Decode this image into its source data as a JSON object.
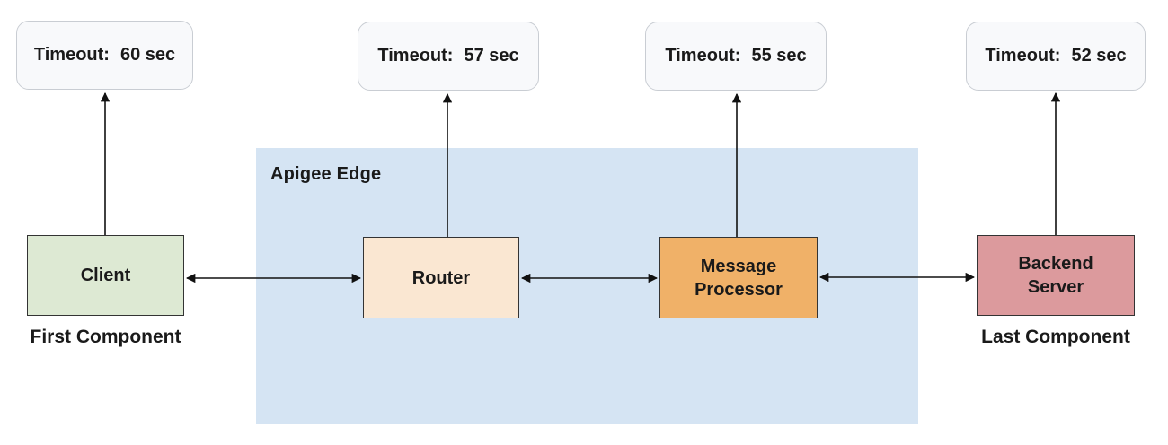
{
  "container": {
    "label": "Apigee Edge"
  },
  "timeouts": [
    {
      "label": "Timeout:",
      "value": "60 sec"
    },
    {
      "label": "Timeout:",
      "value": "57 sec"
    },
    {
      "label": "Timeout:",
      "value": "55 sec"
    },
    {
      "label": "Timeout:",
      "value": "52 sec"
    }
  ],
  "components": [
    {
      "name": "Client",
      "caption": "First Component"
    },
    {
      "name": "Router",
      "caption": ""
    },
    {
      "name": "Message Processor",
      "caption": ""
    },
    {
      "name": "Backend Server",
      "caption": "Last Component"
    }
  ],
  "colors": {
    "canvas_bg": "#FFFFFF",
    "apigee_container_bg": "#D5E4F3",
    "client_bg": "#DDE9D3",
    "router_bg": "#FAE7D2",
    "message_processor_bg": "#F0B168",
    "backend_server_bg": "#DC9A9D",
    "timeout_bg": "#F8F9FB",
    "timeout_border": "#C9CDD3",
    "box_border": "#333333",
    "arrow": "#111111",
    "text": "#1A1A1A"
  }
}
